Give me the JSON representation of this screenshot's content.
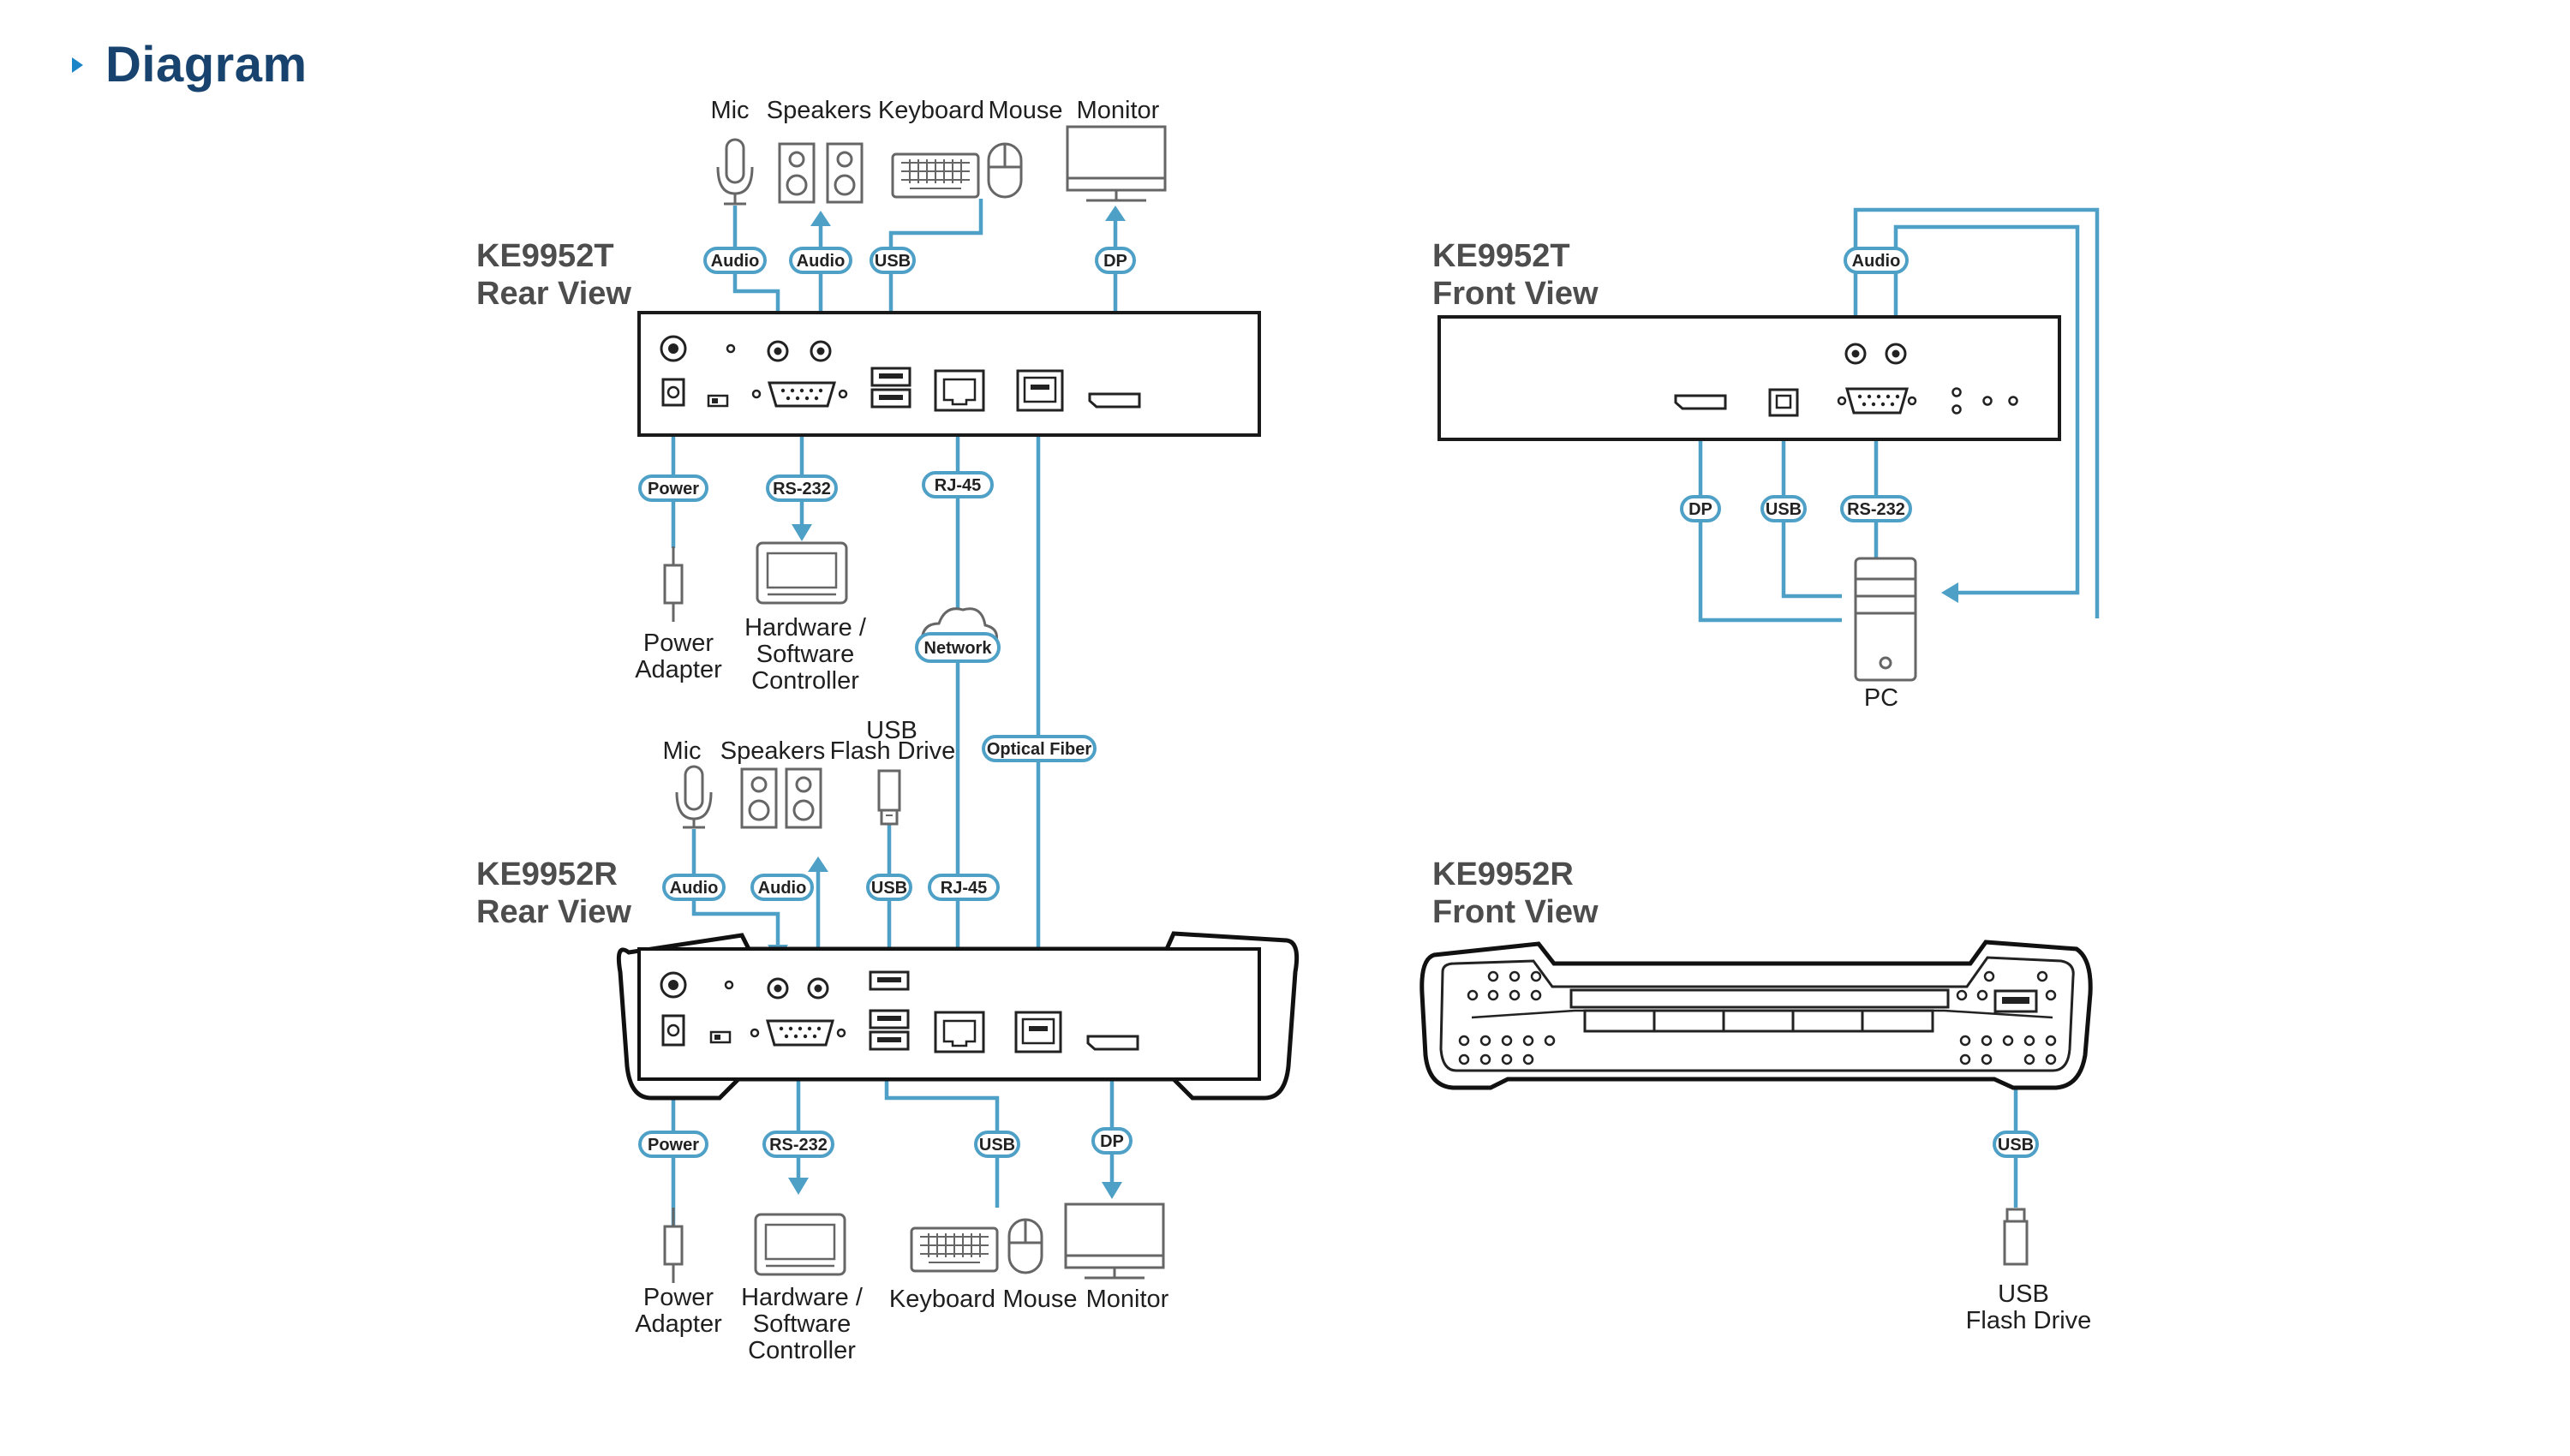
{
  "header": {
    "title": "Diagram"
  },
  "colors": {
    "accent": "#1a86c8",
    "title": "#17436e",
    "cable": "#4ea0c7"
  },
  "views": {
    "t_rear": {
      "name": "KE9952T",
      "view": "Rear View"
    },
    "t_front": {
      "name": "KE9952T",
      "view": "Front View"
    },
    "r_rear": {
      "name": "KE9952R",
      "view": "Rear View"
    },
    "r_front": {
      "name": "KE9952R",
      "view": "Front View"
    }
  },
  "t_rear_labels": {
    "mic": "Mic",
    "speakers": "Speakers",
    "keyboard": "Keyboard",
    "mouse": "Mouse",
    "monitor": "Monitor",
    "power_adapter": [
      "Power",
      "Adapter"
    ],
    "controller": [
      "Hardware /",
      "Software",
      "Controller"
    ]
  },
  "r_rear_labels": {
    "mic": "Mic",
    "speakers": "Speakers",
    "usb_flash": [
      "USB",
      "Flash Drive"
    ],
    "power_adapter": [
      "Power",
      "Adapter"
    ],
    "controller": [
      "Hardware /",
      "Software",
      "Controller"
    ],
    "keyboard": "Keyboard",
    "mouse": "Mouse",
    "monitor": "Monitor"
  },
  "t_front_labels": {
    "pc": "PC"
  },
  "r_front_labels": {
    "usb_flash": [
      "USB",
      "Flash Drive"
    ]
  },
  "tags": {
    "audio": "Audio",
    "usb": "USB",
    "dp": "DP",
    "power": "Power",
    "rs232": "RS-232",
    "rj45": "RJ-45",
    "network": "Network",
    "optical_fiber": "Optical Fiber"
  }
}
